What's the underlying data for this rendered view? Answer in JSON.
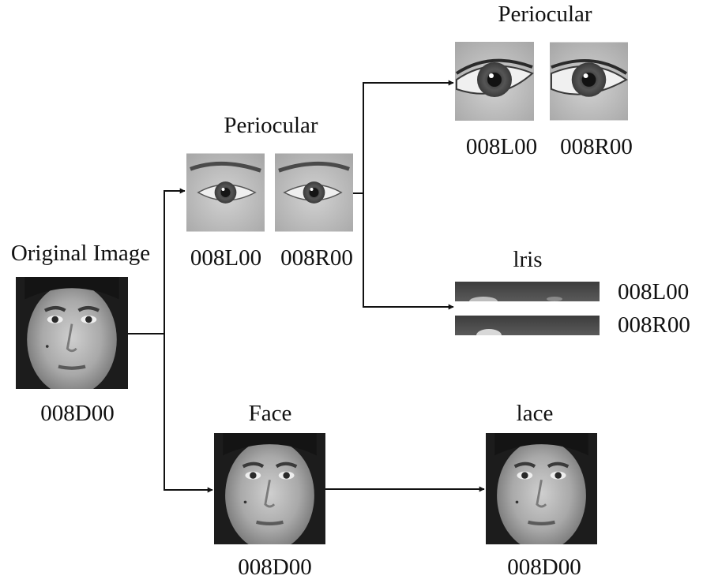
{
  "original": {
    "title": "Original Image",
    "code": "008D00"
  },
  "periocular_level1": {
    "title": "Periocular",
    "left_code": "008L00",
    "right_code": "008R00"
  },
  "periocular_level2": {
    "title": "Periocular",
    "left_code": "008L00",
    "right_code": "008R00"
  },
  "iris": {
    "title": "lris",
    "left_code": "008L00",
    "right_code": "008R00"
  },
  "face_level1": {
    "title": "Face",
    "code": "008D00"
  },
  "face_level2": {
    "title": "lace",
    "code": "008D00"
  }
}
